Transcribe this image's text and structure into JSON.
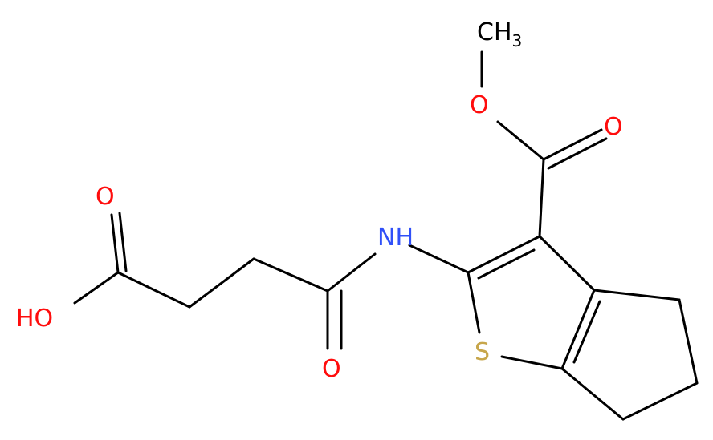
{
  "molecule": {
    "atom_labels": {
      "methyl": "CH",
      "methyl_subscript": "3",
      "ester_oxygen": "O",
      "ester_carbonyl_oxygen": "O",
      "amide_nh": "NH",
      "amide_carbonyl_oxygen": "O",
      "acid_carbonyl_oxygen": "O",
      "acid_hydroxyl": "HO",
      "thiophene_sulfur": "S"
    },
    "colors": {
      "bond": "#000000",
      "oxygen": "#ff0d0d",
      "nitrogen": "#3050f8",
      "sulfur": "#c7a64b",
      "carbon_text": "#000000"
    }
  }
}
